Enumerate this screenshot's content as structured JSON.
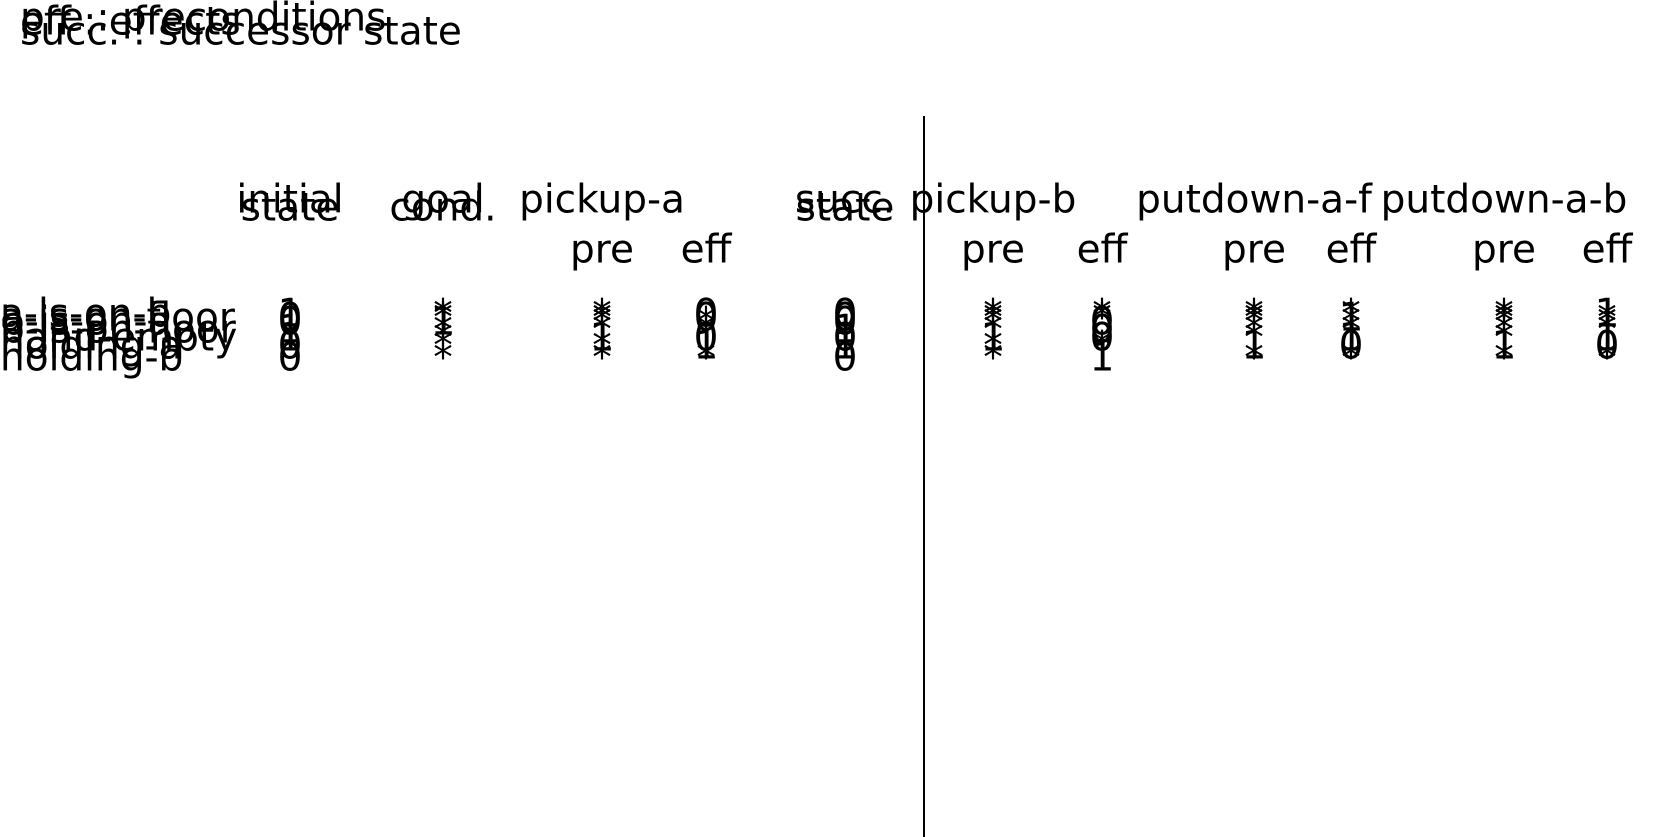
{
  "legend": [
    "pre : preconditions",
    "eff : effects",
    "succ. : successor state"
  ],
  "fluents": [
    "a-is-on-b",
    "a-is-on-floor",
    "b-is-on-a",
    "b-is-on-floor",
    "hand-empty",
    "holding-a",
    "holding-b"
  ],
  "columns": [
    {
      "id": "initial",
      "header": [
        "initial",
        "state"
      ],
      "values": [
        "1",
        "0",
        "0",
        "1",
        "1",
        "0",
        "0"
      ]
    },
    {
      "id": "goal",
      "header": [
        "goal",
        "cond."
      ],
      "values": [
        "*",
        "*",
        "1",
        "*",
        "*",
        "*",
        "*"
      ]
    },
    {
      "id": "pickup-a-pre",
      "header": [
        "pickup-a",
        "pre"
      ],
      "values": [
        "*",
        "*",
        "*",
        "*",
        "1",
        "*",
        "*"
      ]
    },
    {
      "id": "pickup-a-eff",
      "header": [
        "",
        "eff"
      ],
      "values": [
        "0",
        "0",
        "*",
        "*",
        "0",
        "1",
        "*"
      ]
    },
    {
      "id": "succ",
      "header": [
        "succ.",
        "state"
      ],
      "values": [
        "0",
        "0",
        "0",
        "1",
        "0",
        "1",
        "0"
      ]
    },
    {
      "id": "pickup-b-pre",
      "header": [
        "pickup-b",
        "pre"
      ],
      "values": [
        "*",
        "*",
        "*",
        "*",
        "1",
        "*",
        "*"
      ]
    },
    {
      "id": "pickup-b-eff",
      "header": [
        "",
        "eff"
      ],
      "values": [
        "*",
        "*",
        "0",
        "0",
        "0",
        "*",
        "1"
      ]
    },
    {
      "id": "putdown-a-f-pre",
      "header": [
        "putdown-a-f",
        "pre"
      ],
      "values": [
        "*",
        "*",
        "*",
        "*",
        "*",
        "1",
        "*"
      ]
    },
    {
      "id": "putdown-a-f-eff",
      "header": [
        "",
        "eff"
      ],
      "values": [
        "*",
        "1",
        "*",
        "*",
        "1",
        "0",
        "*"
      ]
    },
    {
      "id": "putdown-a-b-pre",
      "header": [
        "putdown-a-b",
        "pre"
      ],
      "values": [
        "*",
        "*",
        "*",
        "*",
        "*",
        "1",
        "*"
      ]
    },
    {
      "id": "putdown-a-b-eff",
      "header": [
        "",
        "eff"
      ],
      "values": [
        "1",
        "*",
        "*",
        "*",
        "1",
        "0",
        "*"
      ]
    }
  ]
}
